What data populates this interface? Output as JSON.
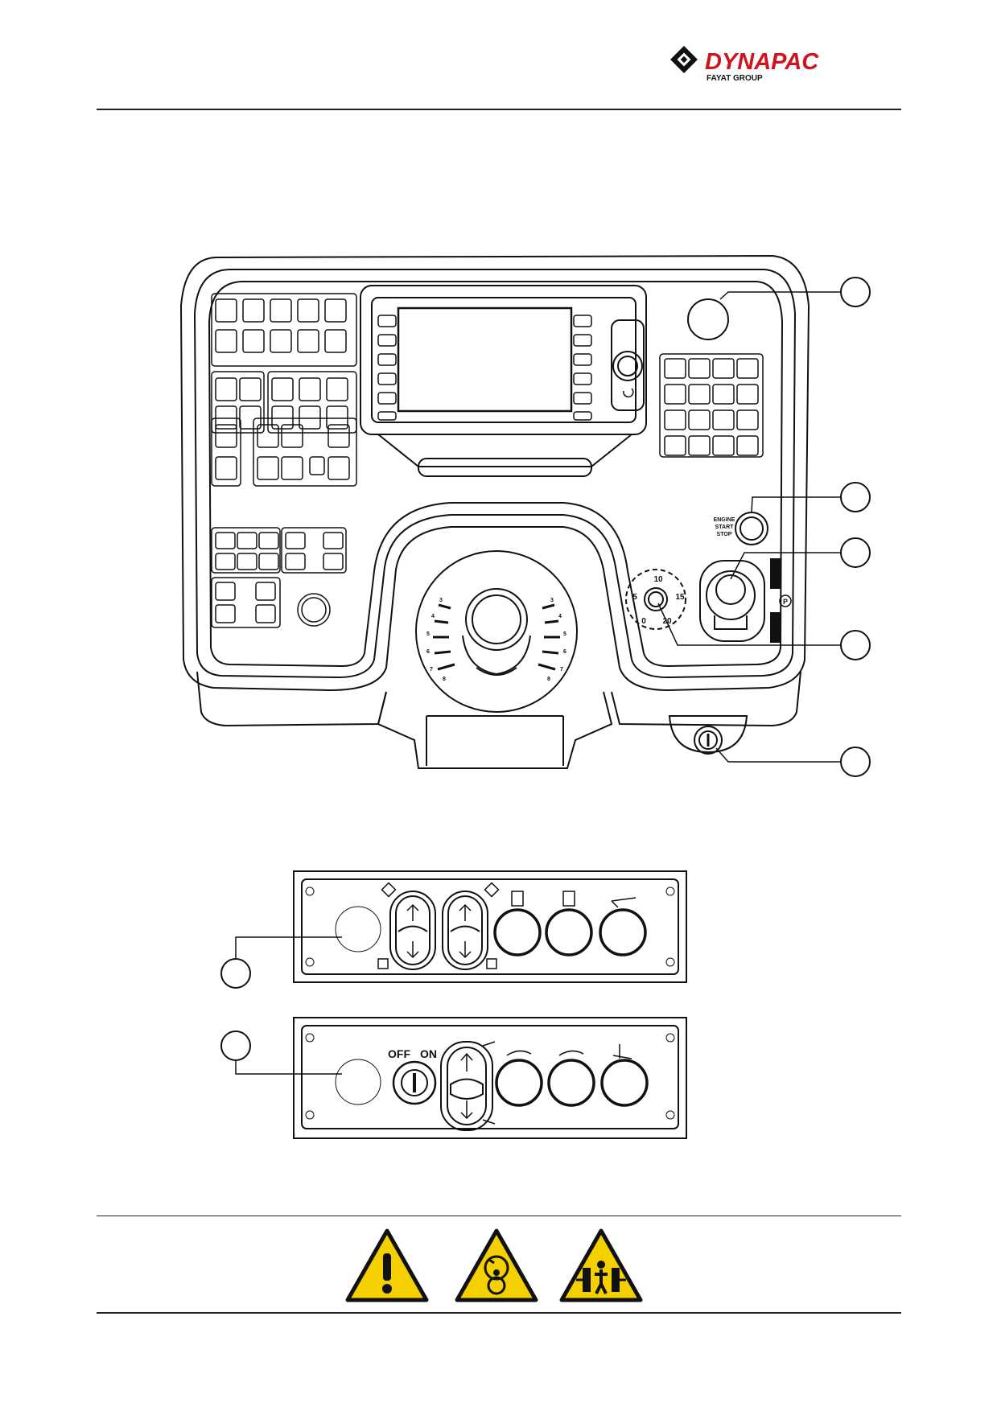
{
  "header": {
    "brand": "DYNAPAC",
    "group": "FAYAT GROUP"
  },
  "console": {
    "engine_button": {
      "line1": "ENGINE",
      "line2": "START",
      "line3": "STOP"
    },
    "speed_dial": {
      "labels": [
        "10",
        "5",
        "15",
        "0",
        "20"
      ]
    },
    "joystick_scale": {
      "left": [
        "3",
        "4",
        "5",
        "6",
        "7",
        "8"
      ],
      "right": [
        "3",
        "4",
        "5",
        "6",
        "7",
        "8"
      ]
    },
    "parking_label": "P"
  },
  "lower_panel": {
    "switch_off": "OFF",
    "switch_on": "ON"
  },
  "colors": {
    "warning_yellow": "#f5d000",
    "outline": "#111111"
  }
}
